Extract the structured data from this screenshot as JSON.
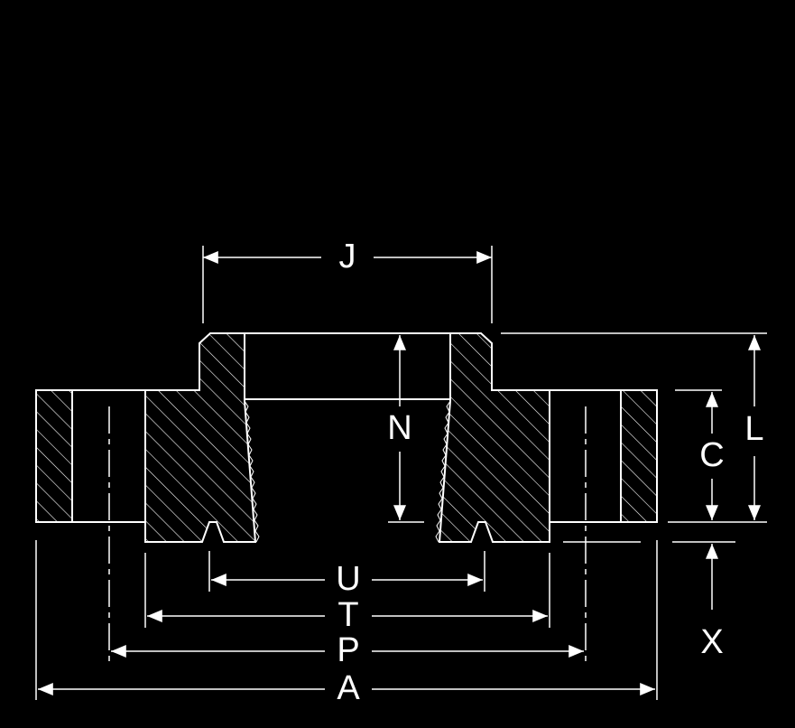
{
  "colors": {
    "background": "#000000",
    "line": "#ffffff"
  },
  "dimensions": {
    "j": "J",
    "n": "N",
    "c": "C",
    "l": "L",
    "x": "X",
    "u": "U",
    "t": "T",
    "p": "P",
    "a": "A"
  }
}
